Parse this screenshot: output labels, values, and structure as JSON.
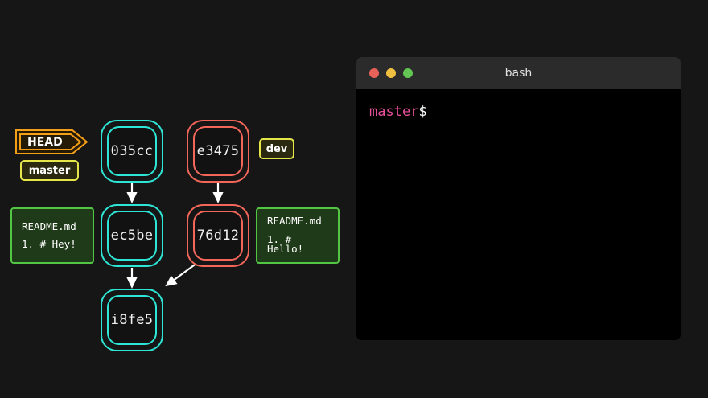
{
  "page": {
    "background": "#161616"
  },
  "graph": {
    "refs": [
      {
        "name": "HEAD",
        "label": "HEAD",
        "kind": "head-pointer",
        "color": "#f59f18"
      },
      {
        "name": "master",
        "label": "master",
        "kind": "branch-tag",
        "color": "#e6e64b"
      },
      {
        "name": "dev",
        "label": "dev",
        "kind": "branch-tag",
        "color": "#e6e64b"
      }
    ],
    "commits": [
      {
        "id": "035cc",
        "branch": "master",
        "color": "#2ee6d6"
      },
      {
        "id": "e3475",
        "branch": "dev",
        "color": "#f2675a"
      },
      {
        "id": "ec5be",
        "branch": "master",
        "color": "#2ee6d6"
      },
      {
        "id": "76d12",
        "branch": "dev",
        "color": "#f2675a"
      },
      {
        "id": "i8fe5",
        "branch": "master",
        "color": "#2ee6d6"
      }
    ],
    "files": [
      {
        "filename": "README.md",
        "content": "1. # Hey!",
        "side": "left"
      },
      {
        "filename": "README.md",
        "content": "1. # Hello!",
        "side": "right"
      }
    ],
    "edges": [
      {
        "from": "035cc",
        "to": "ec5be"
      },
      {
        "from": "e3475",
        "to": "76d12"
      },
      {
        "from": "ec5be",
        "to": "i8fe5"
      },
      {
        "from": "76d12",
        "to": "i8fe5"
      }
    ]
  },
  "terminal": {
    "title": "bash",
    "traffic_lights": [
      {
        "name": "close",
        "color": "#e8625a"
      },
      {
        "name": "minimize",
        "color": "#f0c040"
      },
      {
        "name": "maximize",
        "color": "#63c553"
      }
    ],
    "prompt": {
      "branch": "master",
      "symbol": "$"
    },
    "body_text": ""
  }
}
